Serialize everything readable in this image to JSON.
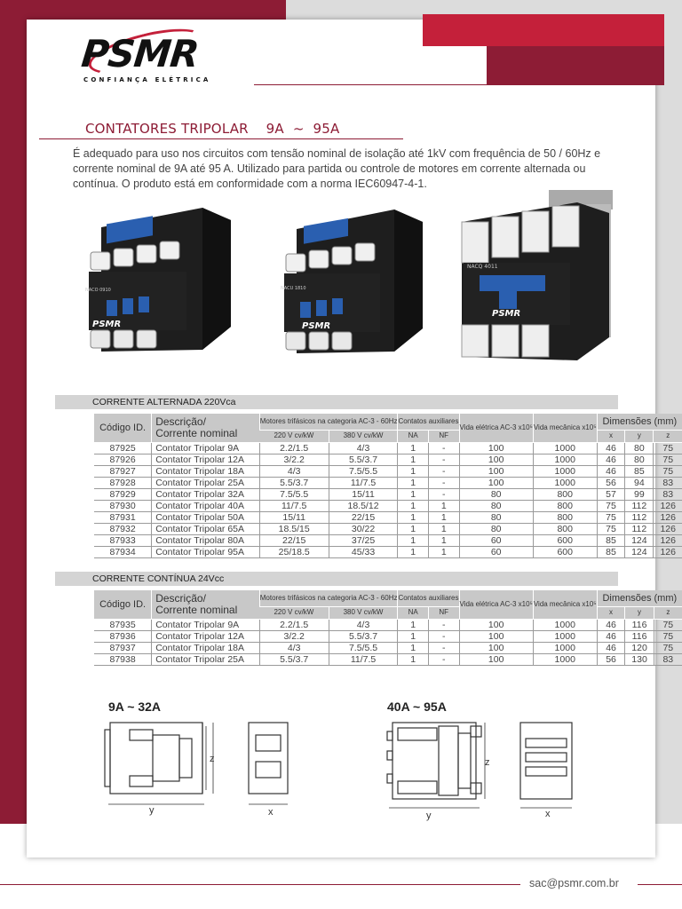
{
  "brand": {
    "name": "PSMR",
    "tagline": "CONFIANÇA ELÉTRICA"
  },
  "section_title": "CONTATORES TRIPOLAR    9A  ~  95A",
  "intro": "É adequado para uso nos circuitos com tensão nominal de isolação até 1kV com frequência de 50 / 60Hz e corrente nominal de 9A até 95 A. Utilizado para partida ou controle de motores em corrente alternada ou contínua. O produto está em conformidade com a norma IEC60947-4-1.",
  "photos": {
    "p1_label": "PSMR",
    "p2_label": "PSMR",
    "p3_label": "PSMR",
    "p1_code": "NACO 0910",
    "p2_code": "NACU 1810",
    "p3_code": "NACQ 4011"
  },
  "headers": {
    "code": "Código ID.",
    "desc1": "Descrição/",
    "desc2": "Corrente nominal",
    "motors": "Motores trifásicos na categoria AC-3 - 60Hz",
    "v220": "220 V cv/kW",
    "v380": "380 V cv/kW",
    "contacts": "Contatos auxiliares",
    "na": "NA",
    "nf": "NF",
    "vida_el": "Vida elétrica AC-3 x10⁵",
    "vida_mec": "Vida mecânica x10⁵",
    "dims": "Dimensões (mm)",
    "x": "x",
    "y": "y",
    "z": "z"
  },
  "ac": {
    "title": "CORRENTE ALTERNADA 220Vca",
    "rows": [
      [
        "87925",
        "Contator Tripolar 9A",
        "2.2/1.5",
        "4/3",
        "1",
        "-",
        "100",
        "1000",
        "46",
        "80",
        "75"
      ],
      [
        "87926",
        "Contator Tripolar 12A",
        "3/2.2",
        "5.5/3.7",
        "1",
        "-",
        "100",
        "1000",
        "46",
        "80",
        "75"
      ],
      [
        "87927",
        "Contator Tripolar 18A",
        "4/3",
        "7.5/5.5",
        "1",
        "-",
        "100",
        "1000",
        "46",
        "85",
        "75"
      ],
      [
        "87928",
        "Contator Tripolar 25A",
        "5.5/3.7",
        "11/7.5",
        "1",
        "-",
        "100",
        "1000",
        "56",
        "94",
        "83"
      ],
      [
        "87929",
        "Contator Tripolar 32A",
        "7.5/5.5",
        "15/11",
        "1",
        "-",
        "80",
        "800",
        "57",
        "99",
        "83"
      ],
      [
        "87930",
        "Contator Tripolar 40A",
        "11/7.5",
        "18.5/12",
        "1",
        "1",
        "80",
        "800",
        "75",
        "112",
        "126"
      ],
      [
        "87931",
        "Contator Tripolar 50A",
        "15/11",
        "22/15",
        "1",
        "1",
        "80",
        "800",
        "75",
        "112",
        "126"
      ],
      [
        "87932",
        "Contator Tripolar 65A",
        "18.5/15",
        "30/22",
        "1",
        "1",
        "80",
        "800",
        "75",
        "112",
        "126"
      ],
      [
        "87933",
        "Contator Tripolar 80A",
        "22/15",
        "37/25",
        "1",
        "1",
        "60",
        "600",
        "85",
        "124",
        "126"
      ],
      [
        "87934",
        "Contator Tripolar 95A",
        "25/18.5",
        "45/33",
        "1",
        "1",
        "60",
        "600",
        "85",
        "124",
        "126"
      ]
    ]
  },
  "dc": {
    "title": "CORRENTE CONTÍNUA 24Vcc",
    "rows": [
      [
        "87935",
        "Contator Tripolar 9A",
        "2.2/1.5",
        "4/3",
        "1",
        "-",
        "100",
        "1000",
        "46",
        "116",
        "75"
      ],
      [
        "87936",
        "Contator Tripolar 12A",
        "3/2.2",
        "5.5/3.7",
        "1",
        "-",
        "100",
        "1000",
        "46",
        "116",
        "75"
      ],
      [
        "87937",
        "Contator Tripolar 18A",
        "4/3",
        "7.5/5.5",
        "1",
        "-",
        "100",
        "1000",
        "46",
        "120",
        "75"
      ],
      [
        "87938",
        "Contator Tripolar 25A",
        "5.5/3.7",
        "11/7.5",
        "1",
        "-",
        "100",
        "1000",
        "56",
        "130",
        "83"
      ]
    ]
  },
  "drawings": {
    "small_title": "9A ~ 32A",
    "large_title": "40A ~ 95A",
    "lbl_x": "x",
    "lbl_y": "y",
    "lbl_z": "z"
  },
  "footer": {
    "email": "sac@psmr.com.br"
  },
  "colors": {
    "maroon": "#8d1c35",
    "red": "#c4203a",
    "grey_band": "#d4d4d4"
  }
}
